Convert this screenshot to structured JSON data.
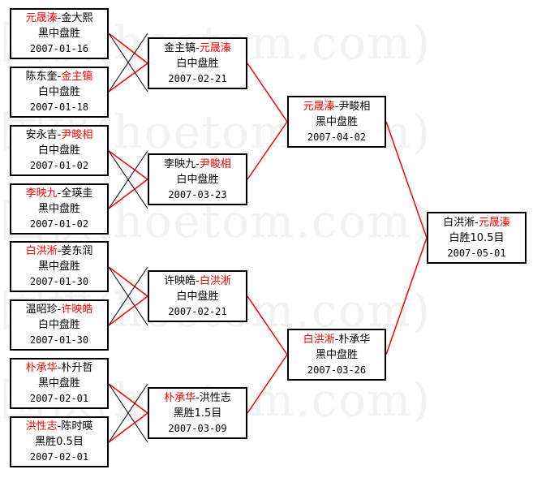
{
  "watermark": "围棋(hoetom.com)",
  "matches": {
    "r1_1": {
      "p1": "元晟溱",
      "p2": "金大熙",
      "winner": 1,
      "result": "黑中盘胜",
      "date": "2007-01-16"
    },
    "r1_2": {
      "p1": "陈东奎",
      "p2": "金主镐",
      "winner": 2,
      "result": "白中盘胜",
      "date": "2007-01-18"
    },
    "r1_3": {
      "p1": "安永吉",
      "p2": "尹畯相",
      "winner": 2,
      "result": "白中盘胜",
      "date": "2007-01-02"
    },
    "r1_4": {
      "p1": "李映九",
      "p2": "全瑛圭",
      "winner": 1,
      "result": "黑中盘胜",
      "date": "2007-01-02"
    },
    "r1_5": {
      "p1": "白洪淅",
      "p2": "姜东润",
      "winner": 1,
      "result": "黑中盘胜",
      "date": "2007-01-30"
    },
    "r1_6": {
      "p1": "温昭珍",
      "p2": "许映皓",
      "winner": 2,
      "result": "白中盘胜",
      "date": "2007-01-30"
    },
    "r1_7": {
      "p1": "朴承华",
      "p2": "朴升哲",
      "winner": 1,
      "result": "黑中盘胜",
      "date": "2007-02-01"
    },
    "r1_8": {
      "p1": "洪性志",
      "p2": "陈时暎",
      "winner": 1,
      "result": "黑胜0.5目",
      "date": "2007-02-01"
    },
    "r2_1": {
      "p1": "金主镐",
      "p2": "元晟溱",
      "winner": 2,
      "result": "白中盘胜",
      "date": "2007-02-21"
    },
    "r2_2": {
      "p1": "李映九",
      "p2": "尹畯相",
      "winner": 2,
      "result": "白中盘胜",
      "date": "2007-03-23"
    },
    "r2_3": {
      "p1": "许映皓",
      "p2": "白洪淅",
      "winner": 2,
      "result": "白中盘胜",
      "date": "2007-02-21"
    },
    "r2_4": {
      "p1": "朴承华",
      "p2": "洪性志",
      "winner": 1,
      "result": "黑胜1.5目",
      "date": "2007-03-09"
    },
    "r3_1": {
      "p1": "元晟溱",
      "p2": "尹畯相",
      "winner": 1,
      "result": "黑中盘胜",
      "date": "2007-04-02"
    },
    "r3_2": {
      "p1": "白洪淅",
      "p2": "朴承华",
      "winner": 1,
      "result": "黑中盘胜",
      "date": "2007-03-26"
    },
    "final": {
      "p1": "白洪淅",
      "p2": "元晟溱",
      "winner": 2,
      "result": "白胜10.5目",
      "date": "2007-05-01"
    }
  },
  "colors": {
    "winner": "#ff0000",
    "connector": "#ff0000",
    "branch": "#000000",
    "border": "#000000"
  }
}
